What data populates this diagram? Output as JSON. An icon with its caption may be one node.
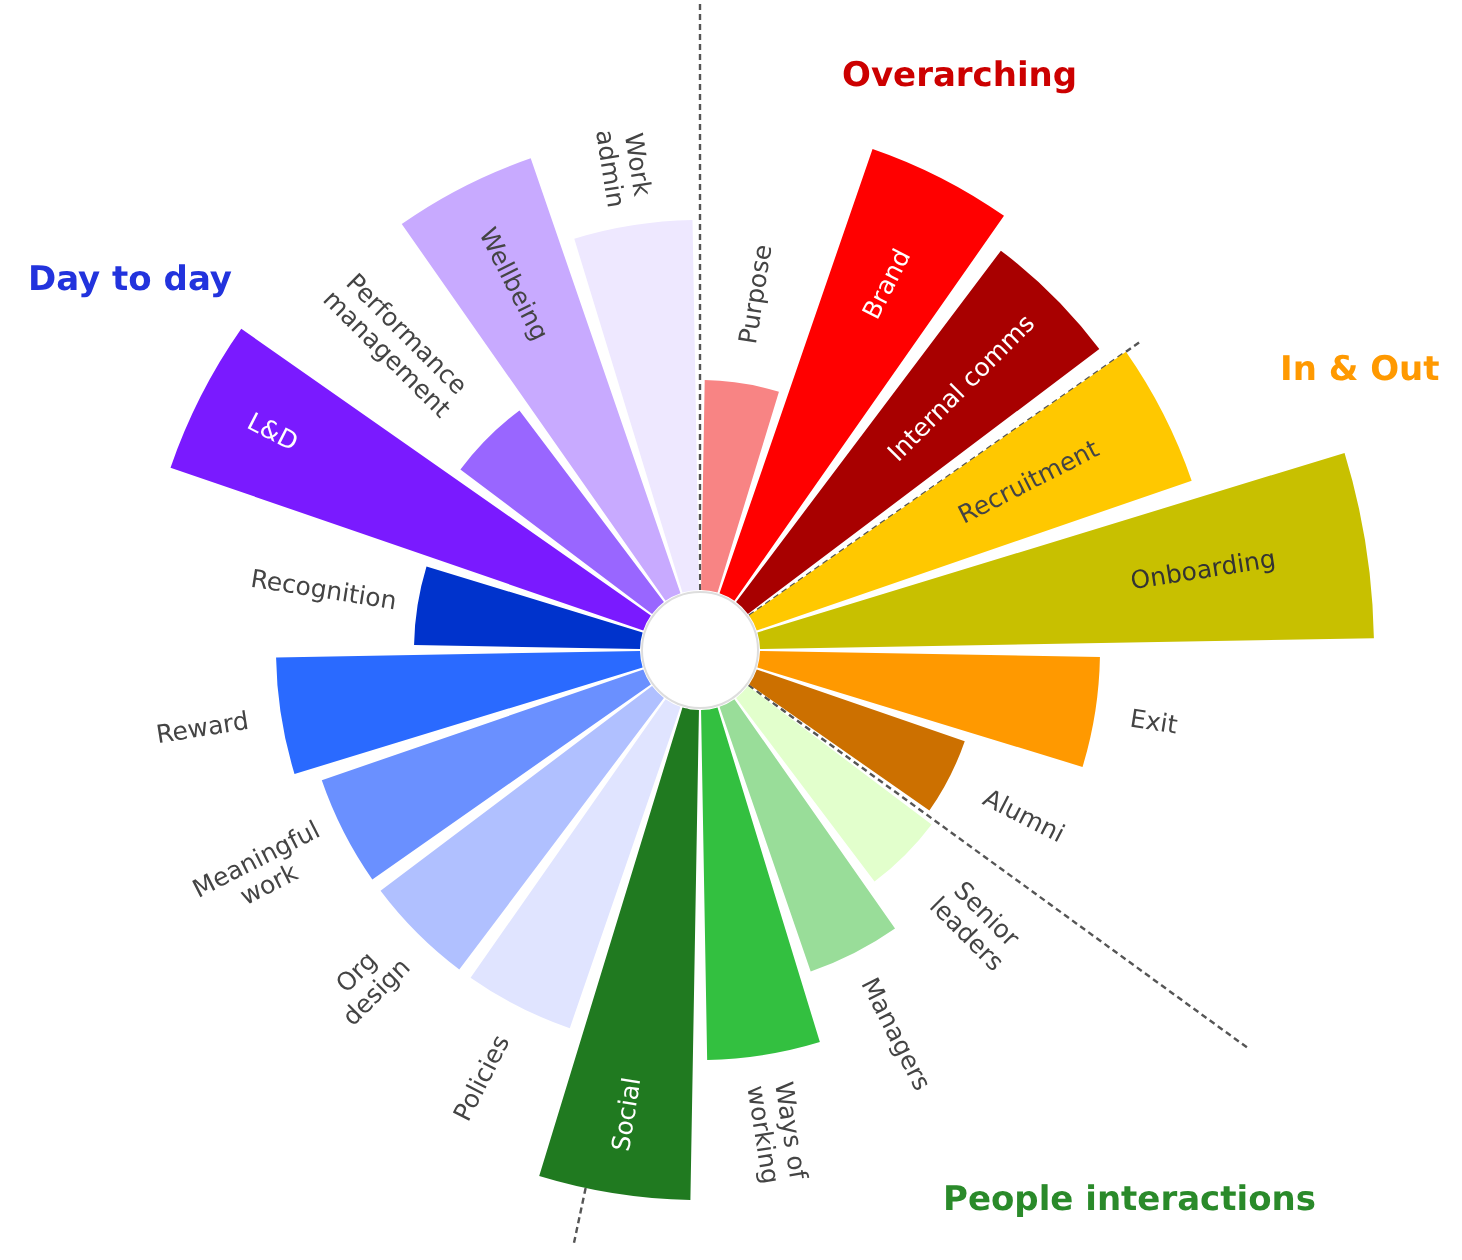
{
  "diagram": {
    "nodes": [
      {
        "text": [
          "Purpose"
        ]
      },
      {
        "text": [
          "Brand"
        ]
      },
      {
        "text": [
          "Internal comms"
        ]
      },
      {
        "text": [
          "Recruitment"
        ]
      },
      {
        "text": [
          "Onboarding"
        ]
      },
      {
        "text": [
          "Exit"
        ]
      },
      {
        "text": [
          "Alumni"
        ]
      },
      {
        "text": [
          "Senior leaders"
        ]
      },
      {
        "text": [
          "Managers"
        ]
      },
      {
        "text": [
          "Ways of working"
        ]
      },
      {
        "text": [
          "Social"
        ]
      },
      {
        "text": [
          "Policies"
        ]
      },
      {
        "text": [
          "Org design"
        ]
      },
      {
        "text": [
          "Meaningful work"
        ]
      },
      {
        "text": [
          "Reward"
        ]
      },
      {
        "text": [
          "Recognition"
        ]
      },
      {
        "text": [
          "L&D"
        ]
      },
      {
        "text": [
          "Performance management"
        ]
      },
      {
        "text": [
          "Wellbeing"
        ]
      },
      {
        "text": [
          "Work admin"
        ]
      }
    ],
    "labels": [
      "Overarching",
      "Day to day",
      "In & Out",
      "People interactions"
    ]
  }
}
